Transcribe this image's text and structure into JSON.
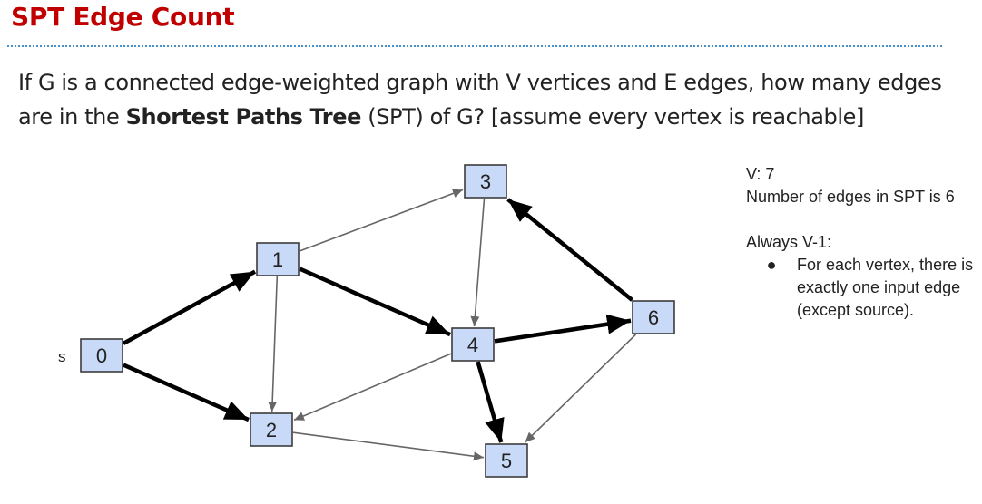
{
  "slide": {
    "title": "SPT Edge Count",
    "question_part1": "If G is a connected edge-weighted graph with V vertices and E edges, how many edges are in the ",
    "question_bold": "Shortest Paths Tree",
    "question_part2": " (SPT) of G? [assume every vertex is reachable]"
  },
  "graph": {
    "source_label": "s",
    "nodes": [
      {
        "id": "0",
        "label": "0"
      },
      {
        "id": "1",
        "label": "1"
      },
      {
        "id": "2",
        "label": "2"
      },
      {
        "id": "3",
        "label": "3"
      },
      {
        "id": "4",
        "label": "4"
      },
      {
        "id": "5",
        "label": "5"
      },
      {
        "id": "6",
        "label": "6"
      }
    ],
    "edges": [
      {
        "from": "0",
        "to": "1",
        "in_spt": true
      },
      {
        "from": "0",
        "to": "2",
        "in_spt": true
      },
      {
        "from": "1",
        "to": "3",
        "in_spt": false
      },
      {
        "from": "1",
        "to": "2",
        "in_spt": false
      },
      {
        "from": "1",
        "to": "4",
        "in_spt": true
      },
      {
        "from": "3",
        "to": "4",
        "in_spt": false
      },
      {
        "from": "4",
        "to": "2",
        "in_spt": false
      },
      {
        "from": "4",
        "to": "6",
        "in_spt": true
      },
      {
        "from": "4",
        "to": "5",
        "in_spt": true
      },
      {
        "from": "6",
        "to": "3",
        "in_spt": true
      },
      {
        "from": "6",
        "to": "5",
        "in_spt": false
      },
      {
        "from": "2",
        "to": "5",
        "in_spt": false
      }
    ],
    "colors": {
      "node_fill": "#c9daf8",
      "spt_edge": "#000000",
      "non_spt_edge": "#666666"
    }
  },
  "notes": {
    "line1": "V: 7",
    "line2": "Number of edges in SPT is 6",
    "always": "Always V-1:",
    "bullet_symbol": "●",
    "bullet": "For each vertex, there is exactly one input edge (except source)."
  }
}
